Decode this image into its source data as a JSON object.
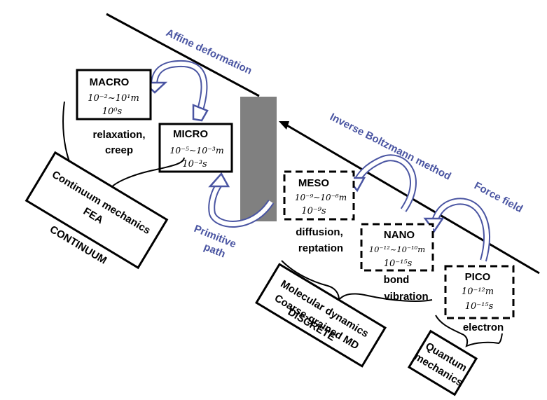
{
  "colors": {
    "arrow_blue": "#4a55a2",
    "line": "#000000",
    "bar": "#808080",
    "text": "#000000"
  },
  "scales": {
    "macro": {
      "label": "MACRO",
      "range": "10⁻²~10¹m",
      "time": "10⁰s"
    },
    "micro": {
      "label": "MICRO",
      "range": "10⁻⁵~10⁻³m",
      "time": "10⁻³s"
    },
    "meso": {
      "label": "MESO",
      "range": "10⁻⁹~10⁻⁶m",
      "time": "10⁻⁹s"
    },
    "nano": {
      "label": "NANO",
      "range": "10⁻¹²~10⁻¹⁰m",
      "time": "10⁻¹⁵s"
    },
    "pico": {
      "label": "PICO",
      "range": "10⁻¹²m",
      "time": "10⁻¹⁵s"
    }
  },
  "phenomena": {
    "relaxation": "relaxation,",
    "creep": "creep",
    "diffusion": "diffusion,",
    "reptation": "reptation",
    "bond": "bond",
    "vibration": "vibration",
    "electron": "electron"
  },
  "methods": {
    "continuum_1": "Continuum mechanics",
    "continuum_2": "FEA",
    "continuum_category": "CONTINUUM",
    "md_1": "Molecular dynamics",
    "md_2": "Coarse-grained MD",
    "md_category": "DISCRETE",
    "qm_1": "Quantum",
    "qm_2": "mechanics"
  },
  "transitions": {
    "affine": "Affine deformation",
    "primitive_1": "Primitive",
    "primitive_2": "path",
    "boltzmann": "Inverse Boltzmann method",
    "force_field": "Force field"
  }
}
